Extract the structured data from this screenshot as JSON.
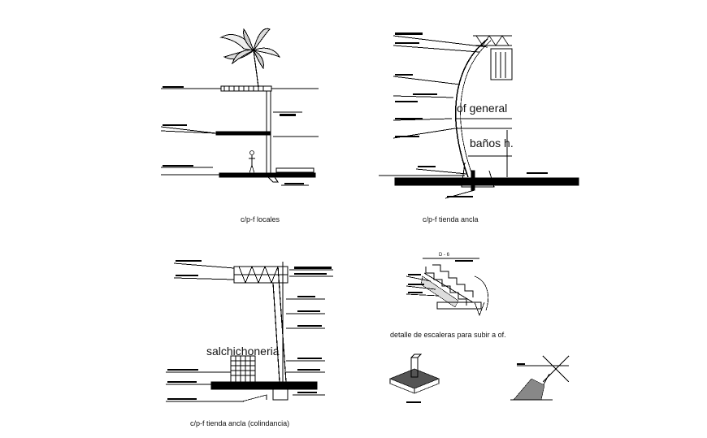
{
  "captions": {
    "locales": "c/p-f locales",
    "tienda_ancla": "c/p-f tienda ancla",
    "escaleras": "detalle de escaleras para subir a of.",
    "colindancia": "c/p-f tienda ancla (colindancia)"
  },
  "room_labels": {
    "of_general": "of general",
    "banos": "baños h.",
    "salchichoneria": "salchichoneria"
  },
  "stair_tag": "D - 6"
}
